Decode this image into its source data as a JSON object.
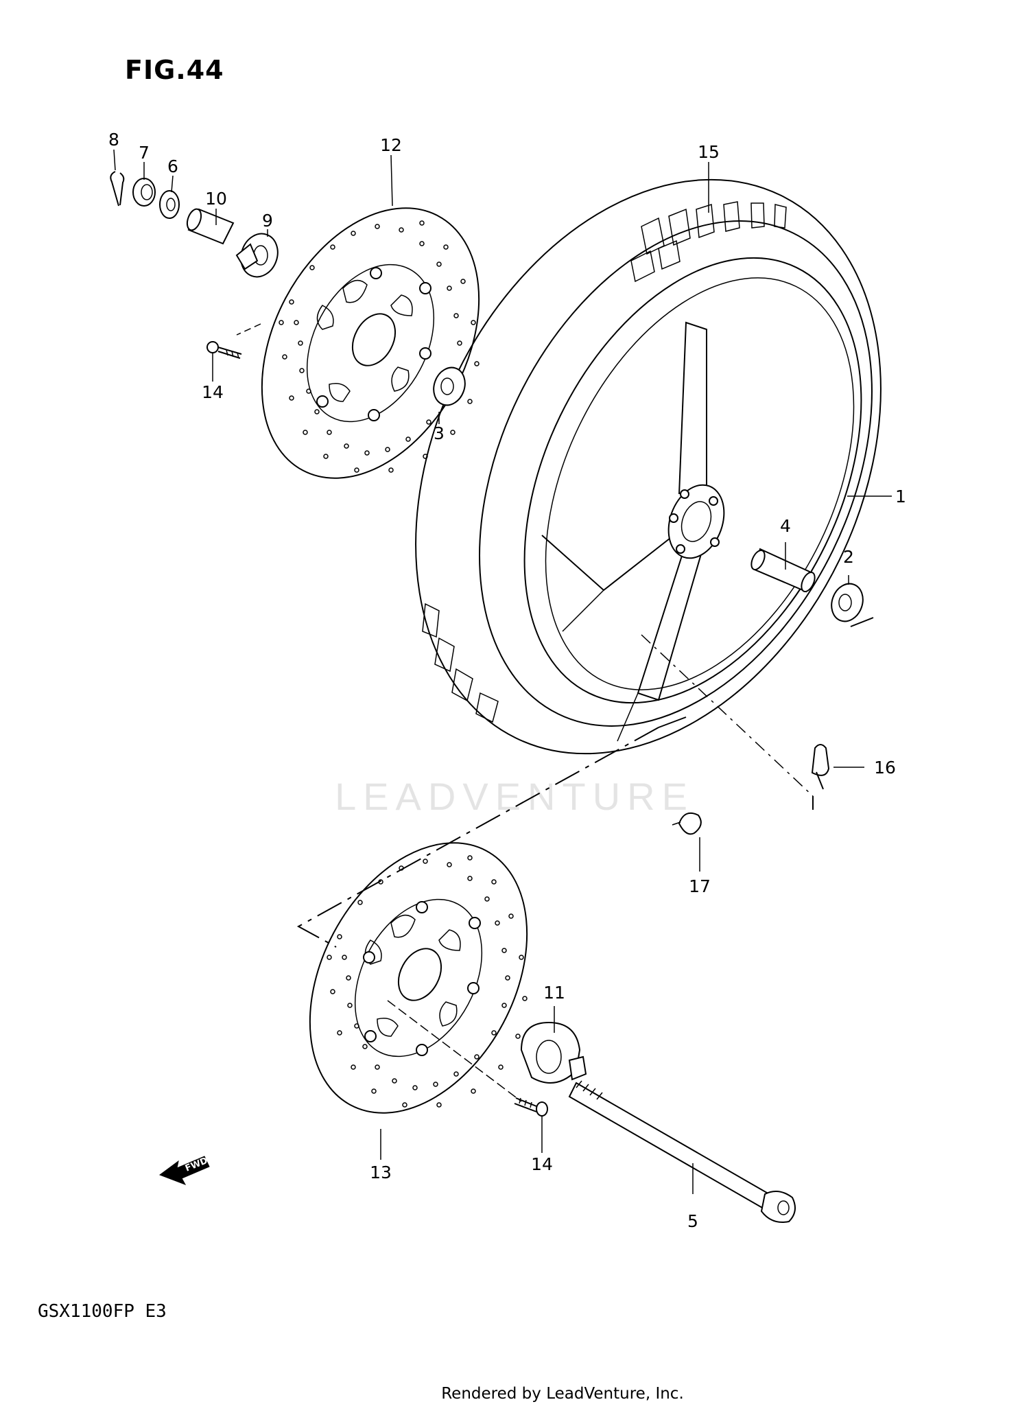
{
  "figure": {
    "title": "FIG.44",
    "model": "GSX1100FP  E3"
  },
  "footer": {
    "credit": "Rendered by LeadVenture, Inc."
  },
  "watermark": {
    "text": "LEADVENTURE"
  },
  "arrow": {
    "label": "FWD"
  },
  "callouts": {
    "c1": "1",
    "c2": "2",
    "c3": "3",
    "c4": "4",
    "c5": "5",
    "c6": "6",
    "c7": "7",
    "c8": "8",
    "c9": "9",
    "c10": "10",
    "c11": "11",
    "c12": "12",
    "c13": "13",
    "c14a": "14",
    "c14b": "14",
    "c15": "15",
    "c16": "16",
    "c17": "17"
  }
}
